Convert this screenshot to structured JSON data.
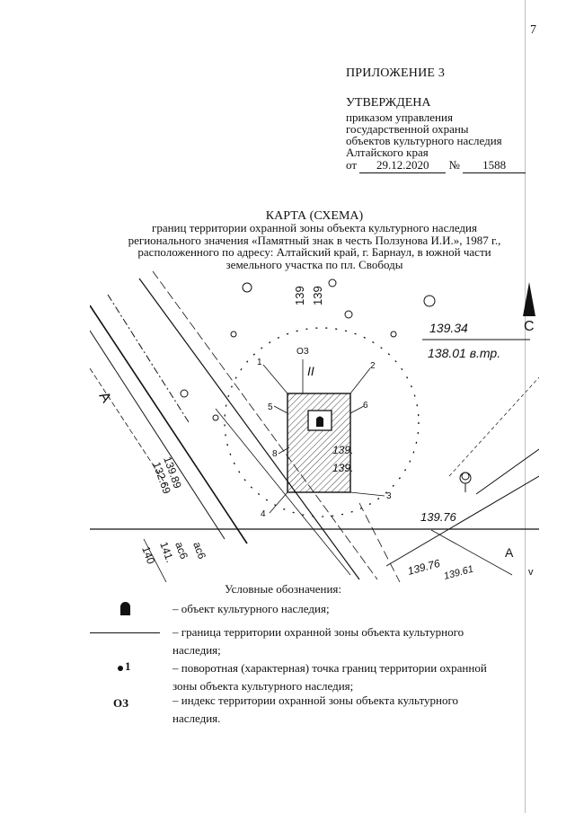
{
  "page_number": "7",
  "header": {
    "appendix": "ПРИЛОЖЕНИЕ 3",
    "approved": "УТВЕРЖДЕНА",
    "approved_by_lines": [
      "приказом управления",
      "государственной охраны",
      "объектов культурного наследия",
      "Алтайского края"
    ],
    "order_from_label": "от",
    "order_date": "29.12.2020",
    "order_number_label": "№",
    "order_number": "1588"
  },
  "title": "КАРТА (СХЕМА)",
  "subtitle_lines": [
    "границ территории охранной зоны объекта культурного наследия",
    "регионального значения «Памятный знак в честь Ползунова И.И.», 1987 г.,",
    "расположенного по адресу: Алтайский край, г. Барнаул, в южной части",
    "земельного участка по пл. Свободы"
  ],
  "map": {
    "zone_index": "ОЗ",
    "point_labels": [
      "1",
      "2",
      "3",
      "4",
      "5",
      "6",
      "8"
    ],
    "elevations": {
      "top_vertical_a": "139",
      "top_vertical_b": "139",
      "right_upper": "139.34",
      "right_lower": "138.01 в.тр.",
      "inner_a": "139.",
      "inner_b": "139.",
      "left_a": "139.89",
      "left_b": "132.69",
      "bottom_right": "139.76",
      "bottom_center": "139.76",
      "bottom_center_b": "139.61",
      "bottom_left_a": "ас6",
      "bottom_left_b": "ас6",
      "bottom_left_c": "141.",
      "bottom_left_d": "140"
    },
    "labels": {
      "building_index": "II",
      "north": "С",
      "street_left": "А",
      "street_right": "А",
      "edge_v": "v"
    }
  },
  "legend": {
    "title": "Условные обозначения:",
    "items": [
      {
        "symbol": "object-marker",
        "text": "– объект культурного наследия;"
      },
      {
        "symbol": "boundary-line",
        "text": "– граница территории охранной зоны объекта культурного",
        "text2": "наследия;"
      },
      {
        "symbol": "turning-point",
        "symbol_label": "1",
        "text": "– поворотная (характерная) точка границ территории охранной",
        "text2": "зоны объекта культурного наследия;"
      },
      {
        "symbol": "zone-index",
        "symbol_label": "ОЗ",
        "text": "– индекс территории охранной зоны объекта культурного",
        "text2": "наследия."
      }
    ]
  }
}
